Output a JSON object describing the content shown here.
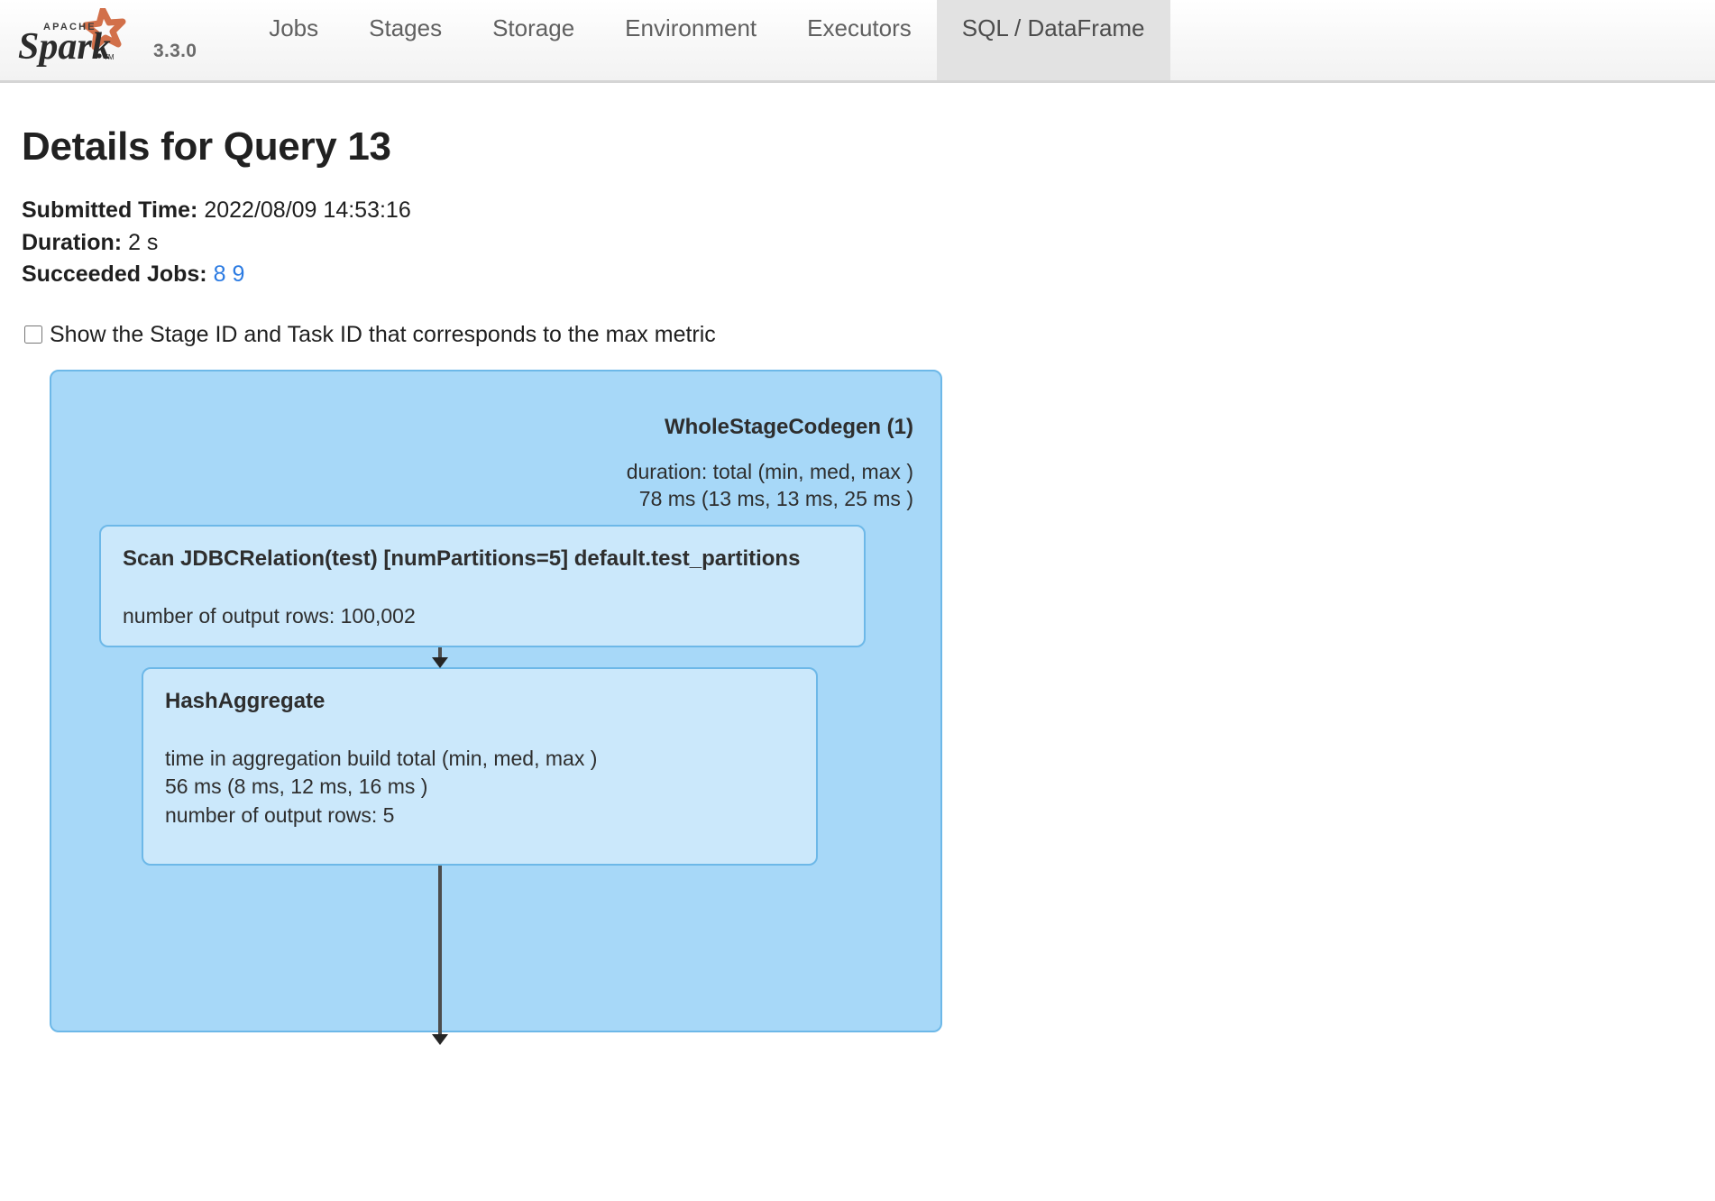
{
  "navbar": {
    "brand_name": "Apache Spark",
    "brand_sub": "APACHE",
    "version": "3.3.0",
    "tabs": [
      {
        "label": "Jobs",
        "active": false
      },
      {
        "label": "Stages",
        "active": false
      },
      {
        "label": "Storage",
        "active": false
      },
      {
        "label": "Environment",
        "active": false
      },
      {
        "label": "Executors",
        "active": false
      },
      {
        "label": "SQL / DataFrame",
        "active": true
      }
    ]
  },
  "page": {
    "title": "Details for Query 13",
    "submitted_time_label": "Submitted Time:",
    "submitted_time_value": "2022/08/09 14:53:16",
    "duration_label": "Duration:",
    "duration_value": "2 s",
    "succeeded_jobs_label": "Succeeded Jobs:",
    "succeeded_jobs": [
      "8",
      "9"
    ],
    "checkbox_label": "Show the Stage ID and Task ID that corresponds to the max metric",
    "checkbox_checked": false
  },
  "dag": {
    "cluster": {
      "title": "WholeStageCodegen (1)",
      "metrics": "duration: total (min, med, max )\n78 ms (13 ms, 13 ms, 25 ms )"
    },
    "nodes": [
      {
        "id": "scan",
        "title": "Scan JDBCRelation(test) [numPartitions=5] default.test_partitions",
        "metrics": "number of output rows: 100,002"
      },
      {
        "id": "hash",
        "title": "HashAggregate",
        "metrics": "time in aggregation build total (min, med, max )\n56 ms (8 ms, 12 ms, 16 ms )\nnumber of output rows: 5"
      }
    ]
  },
  "colors": {
    "cluster_fill": "#a7d8f8",
    "cluster_border": "#6db8e8",
    "node_fill": "#cbe8fb",
    "node_border": "#6db8e8",
    "edge": "#4d4d4d",
    "link": "#2a7ae2",
    "active_tab_bg": "#e2e2e2",
    "logo_star": "#d2704a"
  }
}
